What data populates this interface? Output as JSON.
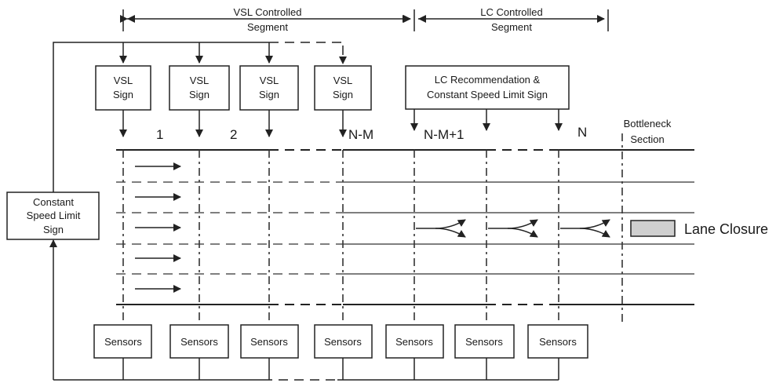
{
  "segments": {
    "vsl": [
      "VSL Controlled",
      "Segment"
    ],
    "lc": [
      "LC Controlled",
      "Segment"
    ]
  },
  "constant_sign": [
    "Constant",
    "Speed Limit",
    "Sign"
  ],
  "vsl_sign": [
    "VSL",
    "Sign"
  ],
  "lc_sign": [
    "LC Recommendation &",
    "Constant Speed Limit Sign"
  ],
  "section_numbers": {
    "one": "1",
    "two": "2",
    "nm": "N-M",
    "nm1": "N-M+1",
    "n": "N"
  },
  "bottleneck": [
    "Bottleneck",
    "Section"
  ],
  "sensors_label": "Sensors",
  "lane_closure": "Lane Closure",
  "colors": {
    "closure_fill": "#cfcfcf",
    "stroke": "#222222"
  }
}
